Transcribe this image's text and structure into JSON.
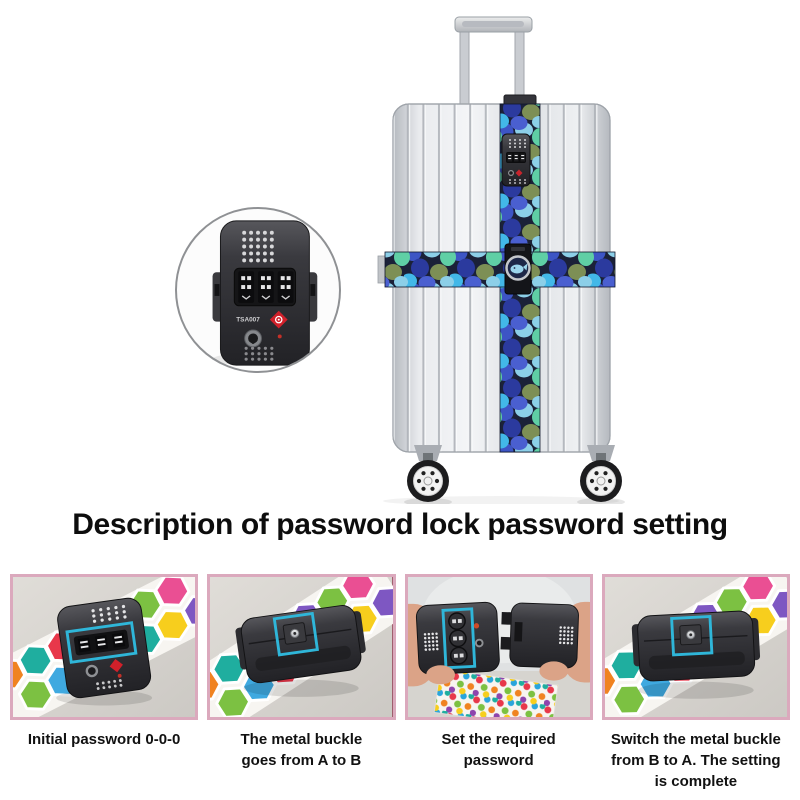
{
  "page": {
    "heading": "Description of password lock password setting"
  },
  "hero": {
    "lock_label": "TSA007"
  },
  "steps": [
    {
      "caption": "Initial password 0-0-0"
    },
    {
      "caption": "The metal buckle\ngoes from A to B"
    },
    {
      "caption": "Set the required password"
    },
    {
      "caption": "Switch the metal buckle\nfrom B to A. The setting\nis complete"
    }
  ],
  "colors": {
    "highlight_box": "#2fb6d9",
    "panel_border_outer": "#dba9bd",
    "panel_border_inner": "#8f3a50",
    "strap_background_navy": "#1b2138",
    "lock_black": "#2a2a2e",
    "travel_sentry_red": "#d1202a",
    "suitcase_silver": "#dcdfe3"
  }
}
